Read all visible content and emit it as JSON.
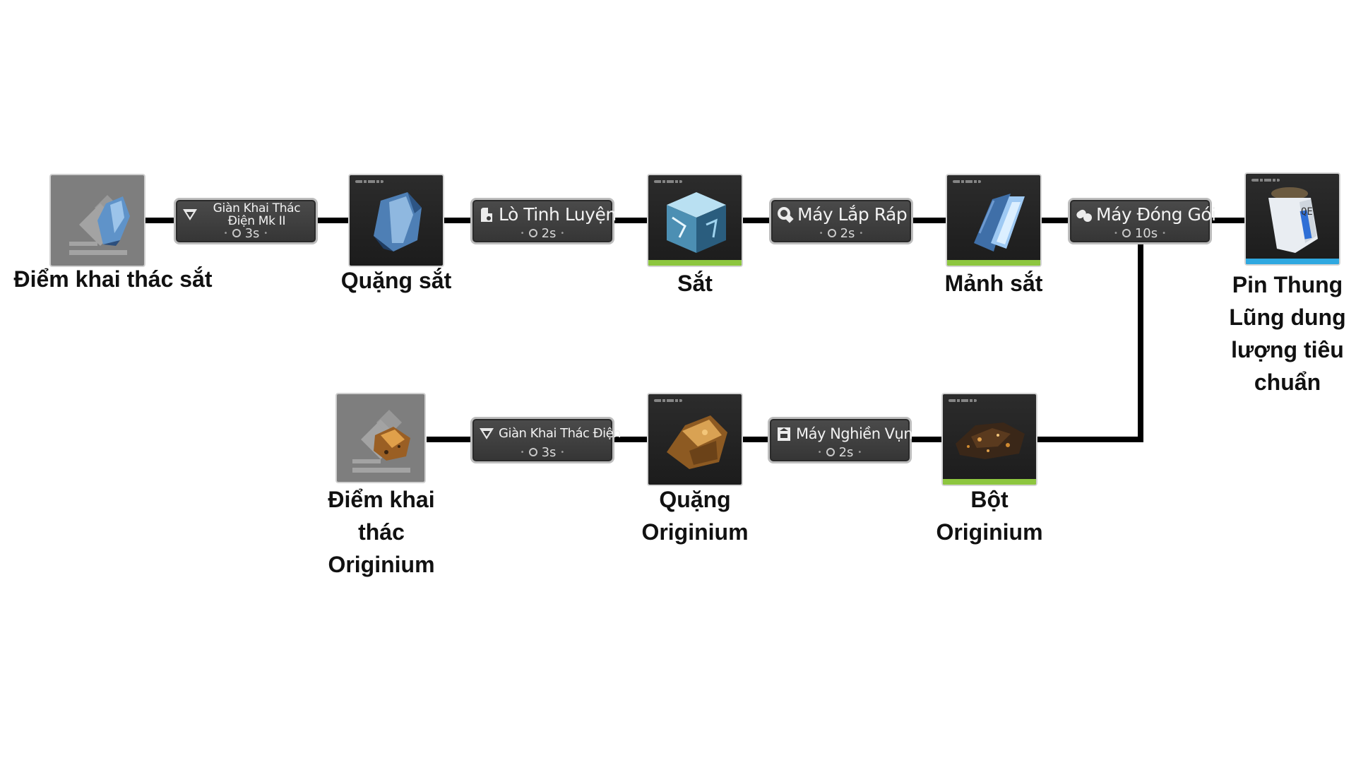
{
  "colors": {
    "wire": "#000000",
    "machine_bg": "#404040",
    "machine_border": "#bdbdbd",
    "bar_green": "#8dc63f",
    "bar_blue": "#2fa8e0",
    "ore_blue": "#5f93c9",
    "ore_orange": "#b8782f"
  },
  "nodes": {
    "iron_point": {
      "label": "Điểm khai thác sắt",
      "icon": "iron-deposit-icon"
    },
    "iron_ore": {
      "label": "Quặng sắt",
      "icon": "iron-ore-icon"
    },
    "iron": {
      "label": "Sắt",
      "icon": "iron-cube-icon"
    },
    "iron_part": {
      "label": "Mảnh sắt",
      "icon": "iron-part-icon"
    },
    "battery": {
      "label": "Pin Thung Lũng dung lượng tiêu chuẩn",
      "icon": "battery-icon"
    },
    "origin_point": {
      "label": "Điểm khai thác Originium",
      "icon": "originium-deposit-icon"
    },
    "origin_ore": {
      "label": "Quặng Originium",
      "icon": "originium-ore-icon"
    },
    "origin_powder": {
      "label": "Bột Originium",
      "icon": "originium-powder-icon"
    }
  },
  "machines": {
    "drill_mk2": {
      "name": "Giàn Khai Thác Điện Mk II",
      "time": "3s",
      "icon": "drill-icon"
    },
    "smelter": {
      "name": "Lò Tinh Luyện",
      "time": "2s",
      "icon": "furnace-icon"
    },
    "assembler": {
      "name": "Máy Lắp Ráp",
      "time": "2s",
      "icon": "assembler-icon"
    },
    "packer": {
      "name": "Máy Đóng Gói",
      "time": "10s",
      "icon": "packer-icon"
    },
    "drill": {
      "name": "Giàn Khai Thác Điện",
      "time": "3s",
      "icon": "drill-icon"
    },
    "crusher": {
      "name": "Máy Nghiền Vụn",
      "time": "2s",
      "icon": "crusher-icon"
    }
  }
}
